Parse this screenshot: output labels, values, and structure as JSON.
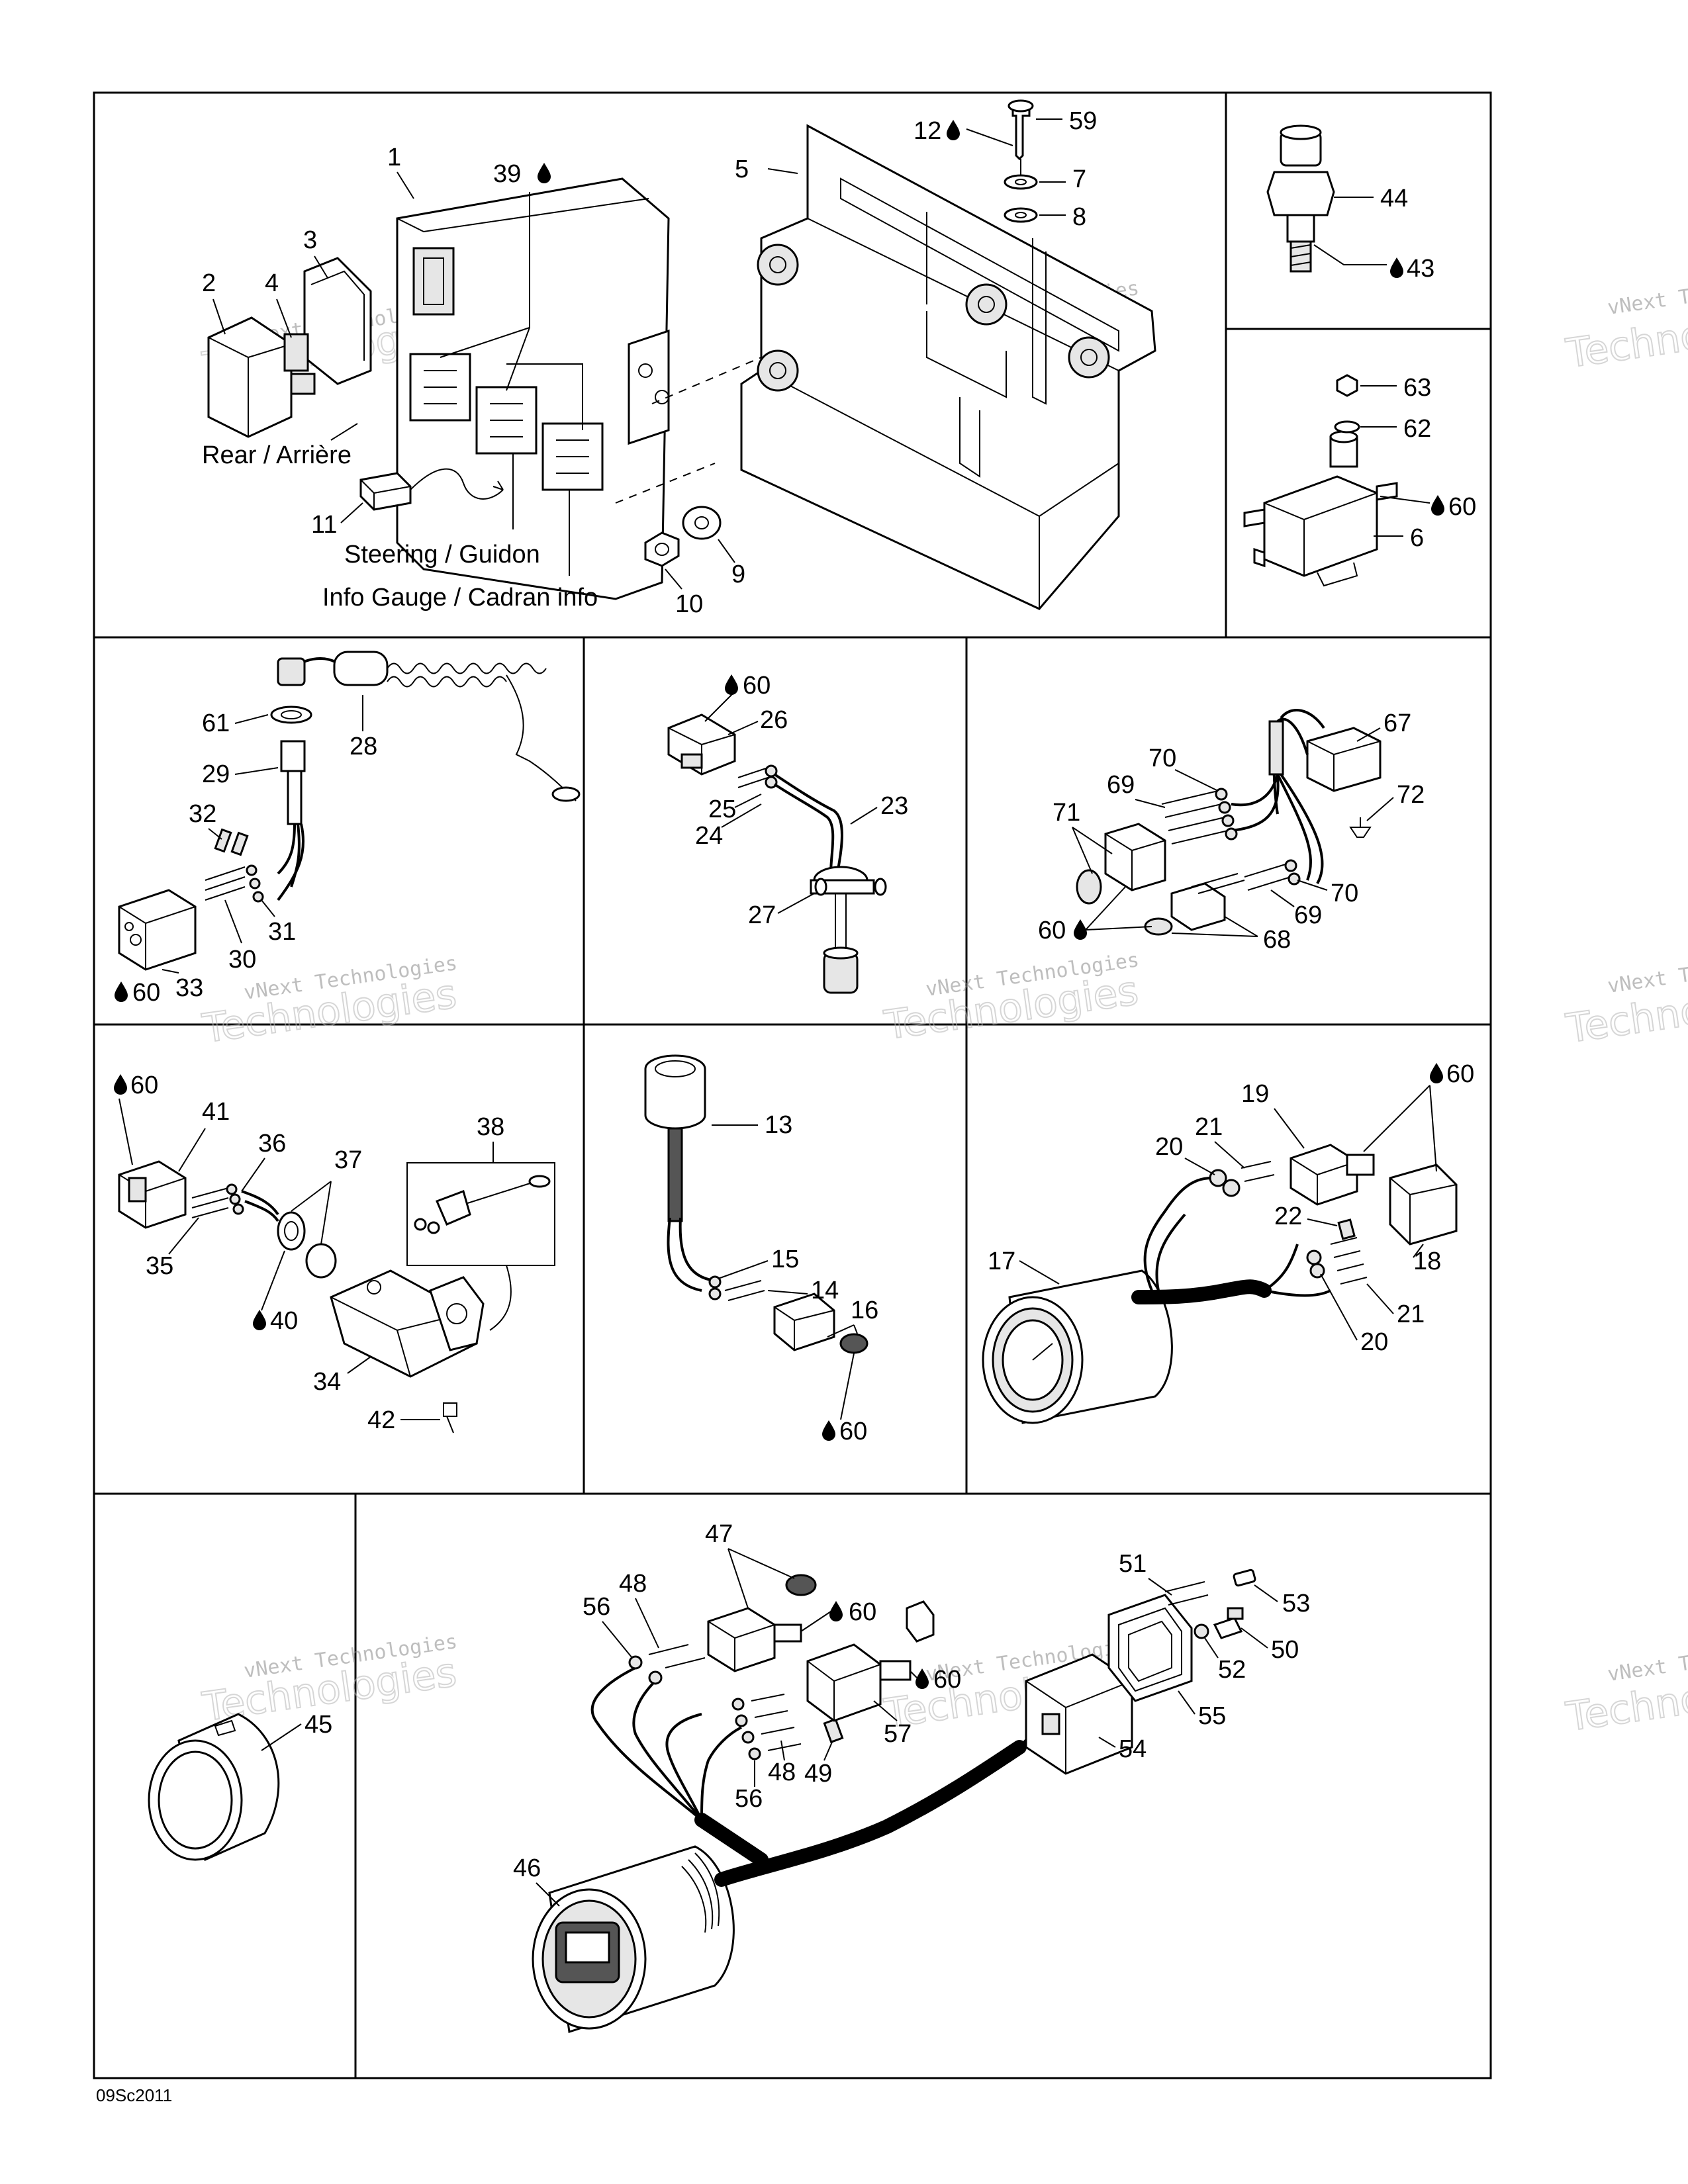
{
  "labels": {
    "l1": "1",
    "l2": "2",
    "l3": "3",
    "l4": "4",
    "l5": "5",
    "l6": "6",
    "l7": "7",
    "l8": "8",
    "l9": "9",
    "l10": "10",
    "l11": "11",
    "l12": "12",
    "l13": "13",
    "l14": "14",
    "l15": "15",
    "l16": "16",
    "l17": "17",
    "l18": "18",
    "l19": "19",
    "l20a": "20",
    "l20b": "20",
    "l21a": "21",
    "l21b": "21",
    "l22": "22",
    "l23": "23",
    "l24": "24",
    "l25": "25",
    "l26": "26",
    "l27": "27",
    "l28": "28",
    "l29": "29",
    "l30": "30",
    "l31": "31",
    "l32": "32",
    "l33": "33",
    "l34": "34",
    "l35": "35",
    "l36": "36",
    "l37": "37",
    "l38": "38",
    "l39": "39",
    "l40": "40",
    "l41": "41",
    "l42": "42",
    "l43": "43",
    "l44": "44",
    "l45": "45",
    "l46": "46",
    "l47": "47",
    "l48a": "48",
    "l48b": "48",
    "l49": "49",
    "l50": "50",
    "l51": "51",
    "l52": "52",
    "l53": "53",
    "l54": "54",
    "l55": "55",
    "l56a": "56",
    "l56b": "56",
    "l57": "57",
    "l59": "59",
    "l60a": "60",
    "l60b": "60",
    "l60c": "60",
    "l60d": "60",
    "l60e": "60",
    "l60f": "60",
    "l60g": "60",
    "l60h": "60",
    "l60i": "60",
    "l61": "61",
    "l62": "62",
    "l63": "63",
    "l67": "67",
    "l68": "68",
    "l69a": "69",
    "l69b": "69",
    "l70a": "70",
    "l70b": "70",
    "l71": "71",
    "l72": "72"
  },
  "texts": {
    "rear": "Rear / Arrière",
    "steering": "Steering / Guidon",
    "info_gauge": "Info Gauge / Cadran info",
    "doc_ref": "09Sc2011"
  },
  "watermark": {
    "line1": "vNext Technologies",
    "line2": "Technologies",
    "line3": "vNext"
  },
  "colors": {
    "ink": "#000000",
    "paper": "#ffffff",
    "watermark": "#8a8a8a"
  }
}
